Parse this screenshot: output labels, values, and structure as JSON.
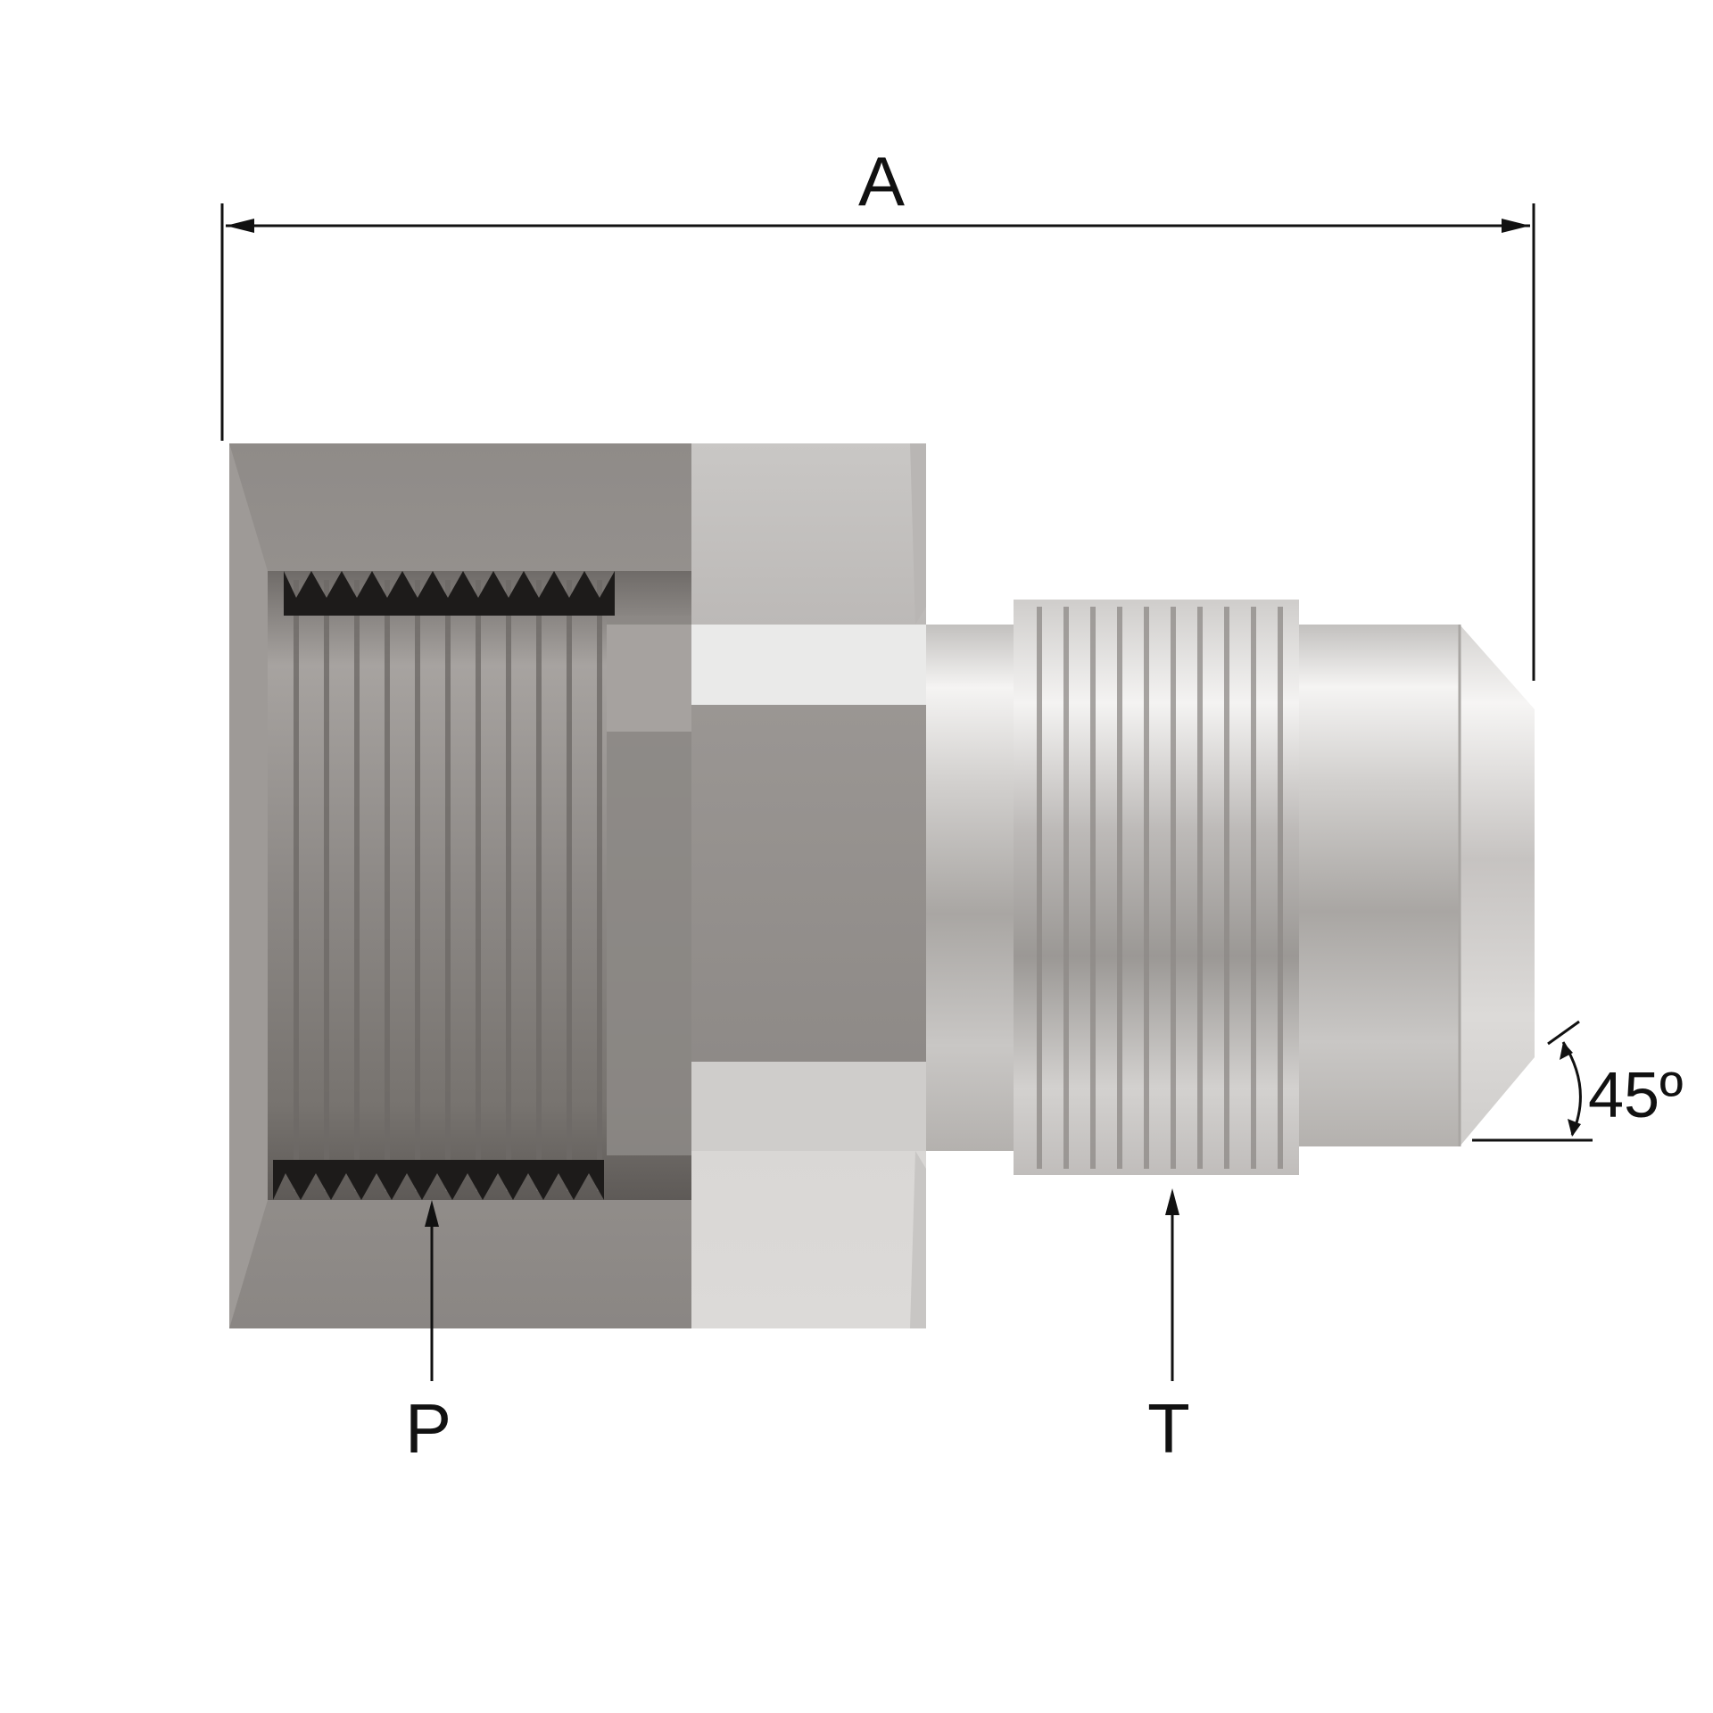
{
  "labels": {
    "overall_length": "A",
    "pipe_thread": "P",
    "tube_thread": "T",
    "flare_angle": "45º"
  },
  "colors": {
    "line": "#111111",
    "steel_dark": "#8a8683",
    "steel_mid": "#a8a5a2",
    "steel_light": "#d6d4d2",
    "steel_bright": "#f2f1f0",
    "thread_shadow": "#1d1b1a"
  }
}
